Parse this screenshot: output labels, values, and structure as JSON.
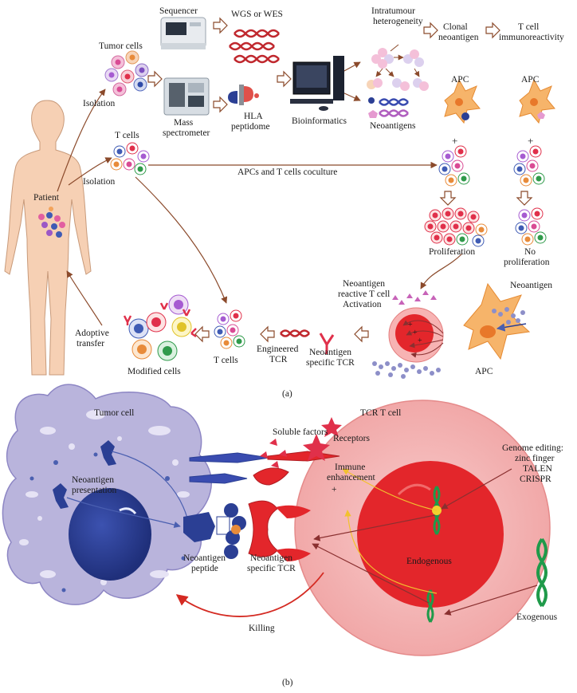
{
  "panel_a": {
    "caption": "(a)",
    "tumor_cells": "Tumor cells",
    "isolation_1": "Isolation",
    "sequencer": "Sequencer",
    "wgs_wes": "WGS or WES",
    "mass_spec_1": "Mass",
    "mass_spec_2": "spectrometer",
    "hla_1": "HLA",
    "hla_2": "peptidome",
    "bioinformatics": "Bioinformatics",
    "intra_1": "Intratumour",
    "intra_2": "heterogeneity",
    "clonal_1": "Clonal",
    "clonal_2": "neoantigen",
    "tcell_immuno_1": "T cell",
    "tcell_immuno_2": "immunoreactivity",
    "apc_1": "APC",
    "apc_2": "APC",
    "neoantigens": "Neoantigens",
    "t_cells_1": "T cells",
    "isolation_2": "Isolation",
    "coculture": "APCs and T cells coculture",
    "plus_1": "+",
    "plus_2": "+",
    "patient": "Patient",
    "proliferation": "Proliferation",
    "no_prolif_1": "No",
    "no_prolif_2": "proliferation",
    "reactive_1": "Neoantigen",
    "reactive_2": "reactive T cell",
    "activation": "Activation",
    "neoantigen_r": "Neoantigen",
    "apc_3": "APC",
    "specific_tcr_1": "Neoantigen",
    "specific_tcr_2": "specific TCR",
    "engineered_1": "Engineered",
    "engineered_2": "TCR",
    "t_cells_2": "T cells",
    "modified_cells": "Modified cells",
    "adoptive_1": "Adoptive",
    "adoptive_2": "transfer"
  },
  "panel_b": {
    "caption": "(b)",
    "tumor_cell": "Tumor cell",
    "tcr_t_cell": "TCR T cell",
    "soluble_factors": "Soluble factors",
    "receptors": "Receptors",
    "immune_1": "Immune",
    "immune_2": "enhancement",
    "plus": "+",
    "genome_1": "Genome editing:",
    "genome_2": "zinc finger",
    "genome_3": "TALEN",
    "genome_4": "CRISPR",
    "presentation_1": "Neoantigen",
    "presentation_2": "presentation",
    "peptide_1": "Neoantigen",
    "peptide_2": "peptide",
    "specific_1": "Neoantigen",
    "specific_2": "specific TCR",
    "endogenous": "Endogenous",
    "exogenous": "Exogenous",
    "killing": "Killing"
  },
  "colors": {
    "arrow_brown": "#8b4a2b",
    "tumor_purple": "#b9b4dc",
    "nucleus_blue": "#2b3f94",
    "tcell_pink": "#f4b6b6",
    "tcell_red": "#e3262b",
    "dna_green": "#1f9a4a",
    "apc_orange": "#f3a35a",
    "killing_red": "#d42a22",
    "dna_red": "#c0282e"
  }
}
